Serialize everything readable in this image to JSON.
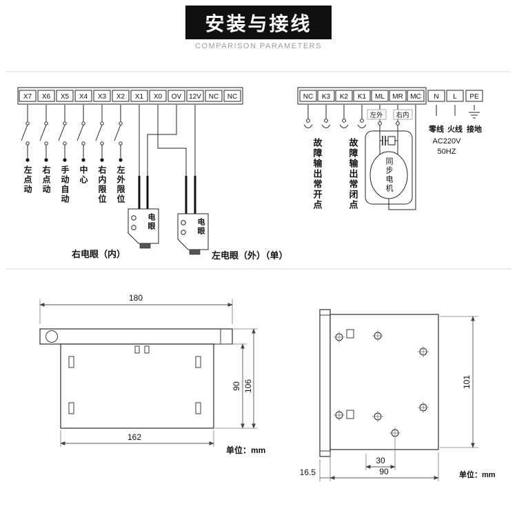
{
  "header": {
    "title": "安装与接线",
    "subtitle": "COMPARISON PARAMETERS"
  },
  "wiring_left": {
    "terminals": [
      "X7",
      "X6",
      "X5",
      "X4",
      "X3",
      "X2",
      "X1",
      "X0",
      "OV",
      "12V",
      "NC",
      "NC"
    ],
    "switch_labels": [
      "左点动",
      "右点动",
      "手动自动",
      "中心",
      "右内限位",
      "左外限位"
    ],
    "sensor_box_label": "电眼",
    "caption_right_eye": "右电眼（内）",
    "caption_left_eye": "左电眼（外）（单）"
  },
  "wiring_right": {
    "terminals": [
      "NC",
      "K3",
      "K2",
      "K1",
      "ML",
      "MR",
      "MC",
      "N",
      "L",
      "PE"
    ],
    "fault_no_label": "故障输出常开点",
    "fault_nc_label": "故障输出常闭点",
    "limit_left_outer": "左外",
    "limit_right_inner": "右内",
    "motor_label": "同步电机",
    "neutral_label": "零线",
    "live_label": "火线",
    "ground_label": "接地",
    "voltage": "AC220V",
    "frequency": "50HZ"
  },
  "drawing_left": {
    "dim_width_top": "180",
    "dim_height_inner": "90",
    "dim_height_outer": "106",
    "dim_width_bottom": "162",
    "unit": "单位：mm"
  },
  "drawing_right": {
    "dim_height": "101",
    "dim_hole_spacing": "30",
    "dim_width": "90",
    "dim_depth": "16.5",
    "unit": "单位：mm"
  }
}
